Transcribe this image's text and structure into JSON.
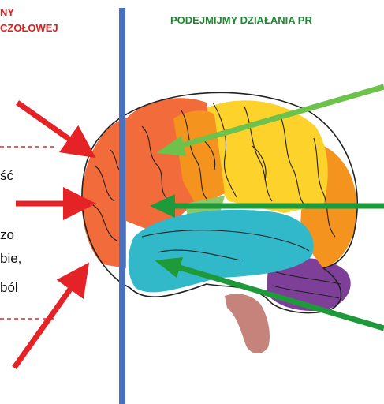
{
  "headings": {
    "left_line1": "NY",
    "left_line2": "CZOŁOWEJ",
    "right": "PODEJMIJMY DZIAŁANIA PR"
  },
  "left_text": {
    "line1": "ść",
    "line2": "zo",
    "line3": "bie,",
    "line4": "ból"
  },
  "colors": {
    "divider": "#4a6fbd",
    "red_arrow": "#e52225",
    "green_arrow": "#1e9a3a",
    "light_green_arrow": "#6cc24a",
    "frontal": "#f26b3a",
    "parietal": "#fdd22b",
    "occipital": "#f5931f",
    "temporal": "#31b8c9",
    "cerebellum": "#7d3f98",
    "brainstem": "#c5837b",
    "motor_green": "#8cc86a"
  },
  "icons": [
    "brain-illustration",
    "red-arrow",
    "green-arrow"
  ]
}
